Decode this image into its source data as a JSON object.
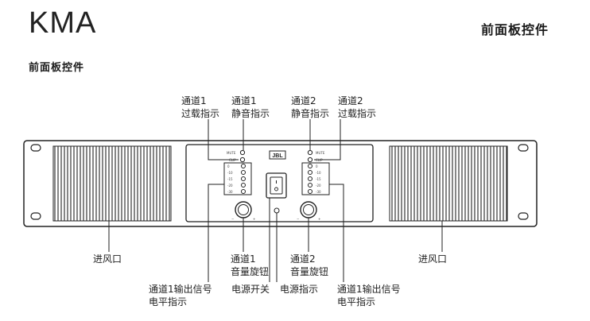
{
  "header": {
    "brand": "KMA",
    "title": "前面板控件"
  },
  "section_title": "前面板控件",
  "callouts": {
    "ch1_clip": [
      "通道1",
      "过载指示"
    ],
    "ch1_mute": [
      "通道1",
      "静音指示"
    ],
    "ch2_mute": [
      "通道2",
      "静音指示"
    ],
    "ch2_clip": [
      "通道2",
      "过载指示"
    ],
    "vent_left": "进风口",
    "vent_right": "进风口",
    "ch1_knob": [
      "通道1",
      "音量旋钮"
    ],
    "ch2_knob": [
      "通道2",
      "音量旋钮"
    ],
    "ch1_level": [
      "通道1输出信号",
      "电平指示"
    ],
    "power_switch": "电源开关",
    "power_led": "电源指示",
    "ch2_level": [
      "通道1输出信号",
      "电平指示"
    ]
  },
  "panel": {
    "logo": "JBL",
    "led_labels": {
      "mute": "MUTE",
      "clip": "CLIP"
    },
    "meter_scale": [
      "0",
      "-10",
      "-15",
      "-20",
      "-30"
    ],
    "knob_scale": {
      "min": "−",
      "max": "+"
    }
  }
}
